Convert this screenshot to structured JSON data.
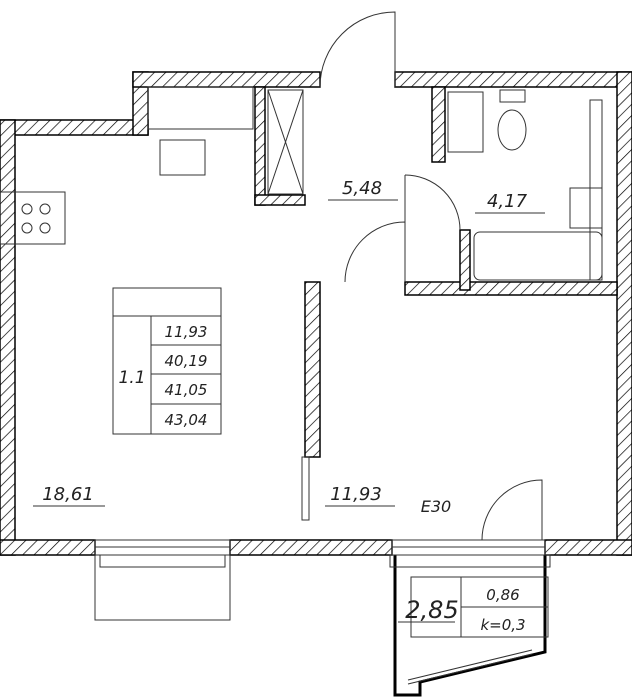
{
  "rooms": {
    "kitchen_area": "18,61",
    "hall_area": "5,48",
    "bath_area": "4,17",
    "bedroom_area": "11,93",
    "balcony_area": "2,85"
  },
  "apartment_table": {
    "number": "1.1",
    "values": [
      "11,93",
      "40,19",
      "41,05",
      "43,04"
    ]
  },
  "balcony_table": {
    "reduced_area": "0,86",
    "coefficient": "k=0,3"
  },
  "fire_door_label": "E30",
  "colors": {
    "wall": "#000000",
    "background": "#ffffff"
  }
}
